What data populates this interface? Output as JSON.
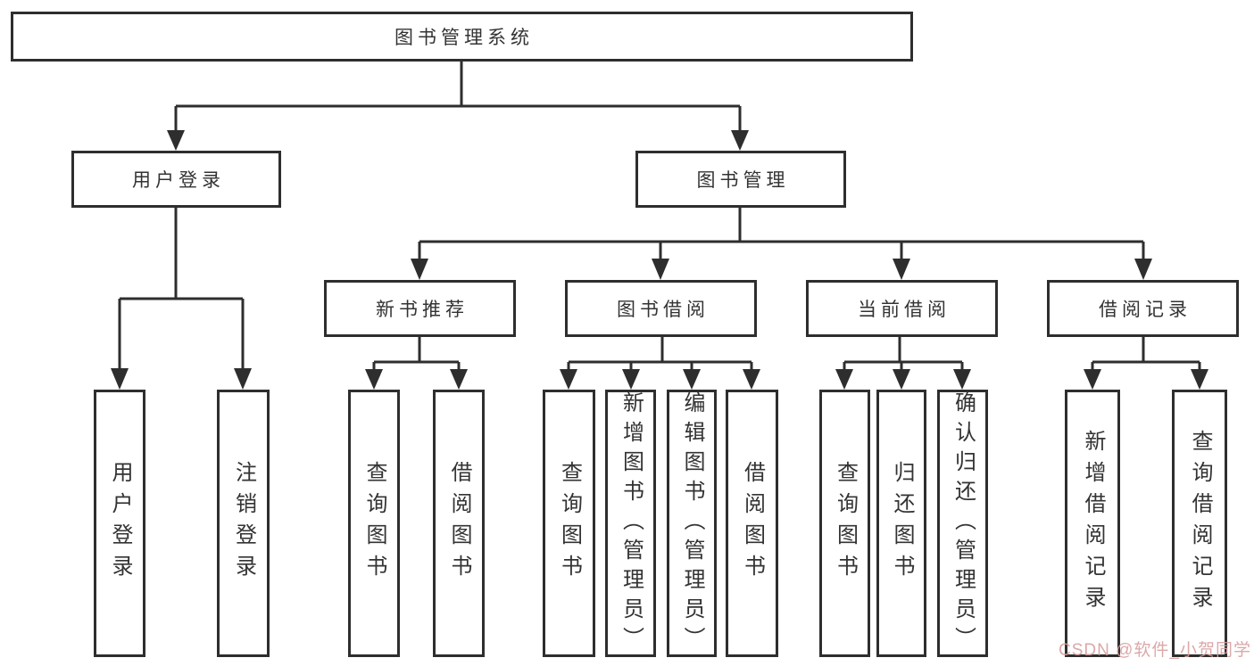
{
  "nodes": {
    "root": "图书管理系统",
    "user_login": "用户登录",
    "book_mgmt": "图书管理",
    "new_book_rec": "新书推荐",
    "book_borrow": "图书借阅",
    "current_borrow": "当前借阅",
    "borrow_records": "借阅记录",
    "leaf_user_login": "用户登录",
    "leaf_logout": "注销登录",
    "rec_query_book": "查询图书",
    "rec_borrow_book": "借阅图书",
    "bb_query_book": "查询图书",
    "bb_add_book": "新增图书（管理员）",
    "bb_edit_book": "编辑图书（管理员）",
    "bb_borrow_book": "借阅图书",
    "cb_query_book": "查询图书",
    "cb_return_book": "归还图书",
    "cb_confirm_return": "确认归还（管理员）",
    "br_add_record": "新增借阅记录",
    "br_query_record": "查询借阅记录"
  },
  "hierarchy": {
    "图书管理系统": {
      "用户登录": [
        "用户登录",
        "注销登录"
      ],
      "图书管理": {
        "新书推荐": [
          "查询图书",
          "借阅图书"
        ],
        "图书借阅": [
          "查询图书",
          "新增图书（管理员）",
          "编辑图书（管理员）",
          "借阅图书"
        ],
        "当前借阅": [
          "查询图书",
          "归还图书",
          "确认归还（管理员）"
        ],
        "借阅记录": [
          "新增借阅记录",
          "查询借阅记录"
        ]
      }
    }
  },
  "watermark": {
    "text": "CSDN @软件_小贺同学",
    "color": "#d79e9e"
  },
  "colors": {
    "line": "#2e2e2e",
    "text": "#333333",
    "background": "#ffffff"
  }
}
